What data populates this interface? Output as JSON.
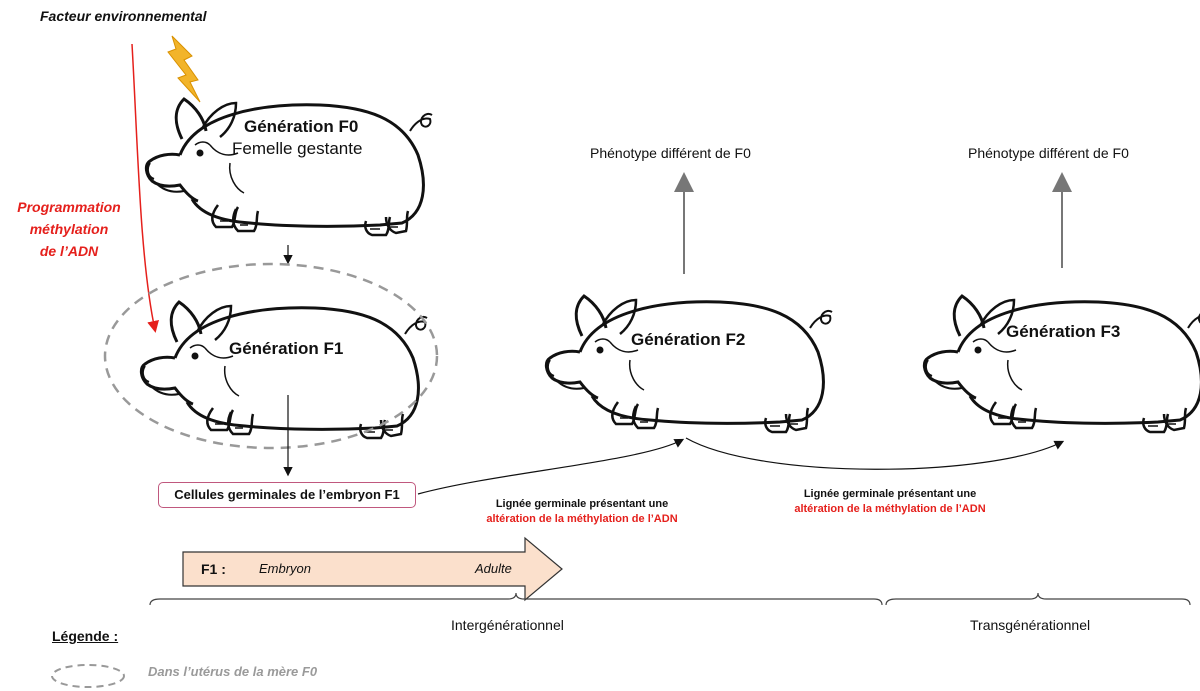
{
  "environmental_factor": "Facteur environnemental",
  "programming_note": {
    "line1": "Programmation",
    "line2": "méthylation",
    "line3": "de l’ADN"
  },
  "generations": {
    "f0": {
      "title": "Génération F0",
      "subtitle": "Femelle gestante"
    },
    "f1": {
      "title": "Génération F1"
    },
    "f2": {
      "title": "Génération F2",
      "phenotype": "Phénotype différent de F0"
    },
    "f3": {
      "title": "Génération F3",
      "phenotype": "Phénotype différent de F0"
    }
  },
  "germ_cells_label": "Cellules germinales de l’embryon F1",
  "germline_f2": {
    "line1": "Lignée germinale présentant une",
    "line2": "altération de la méthylation de l’ADN"
  },
  "germline_f3": {
    "line1": "Lignée germinale présentant une",
    "line2": "altération de la méthylation de l’ADN"
  },
  "f1_timeline": {
    "label": "F1 :",
    "start": "Embryon",
    "end": "Adulte"
  },
  "scales": {
    "inter": "Intergénérationnel",
    "trans": "Transgénérationnel"
  },
  "legend": {
    "title": "Légende :",
    "uterus": "Dans l’utérus de la mère F0"
  },
  "colors": {
    "red": "#e5201c",
    "lightning": "#f2b42a",
    "arrow_fill": "#fbe0cc",
    "germ_box_border": "#c0587e",
    "dashed": "#999999"
  }
}
